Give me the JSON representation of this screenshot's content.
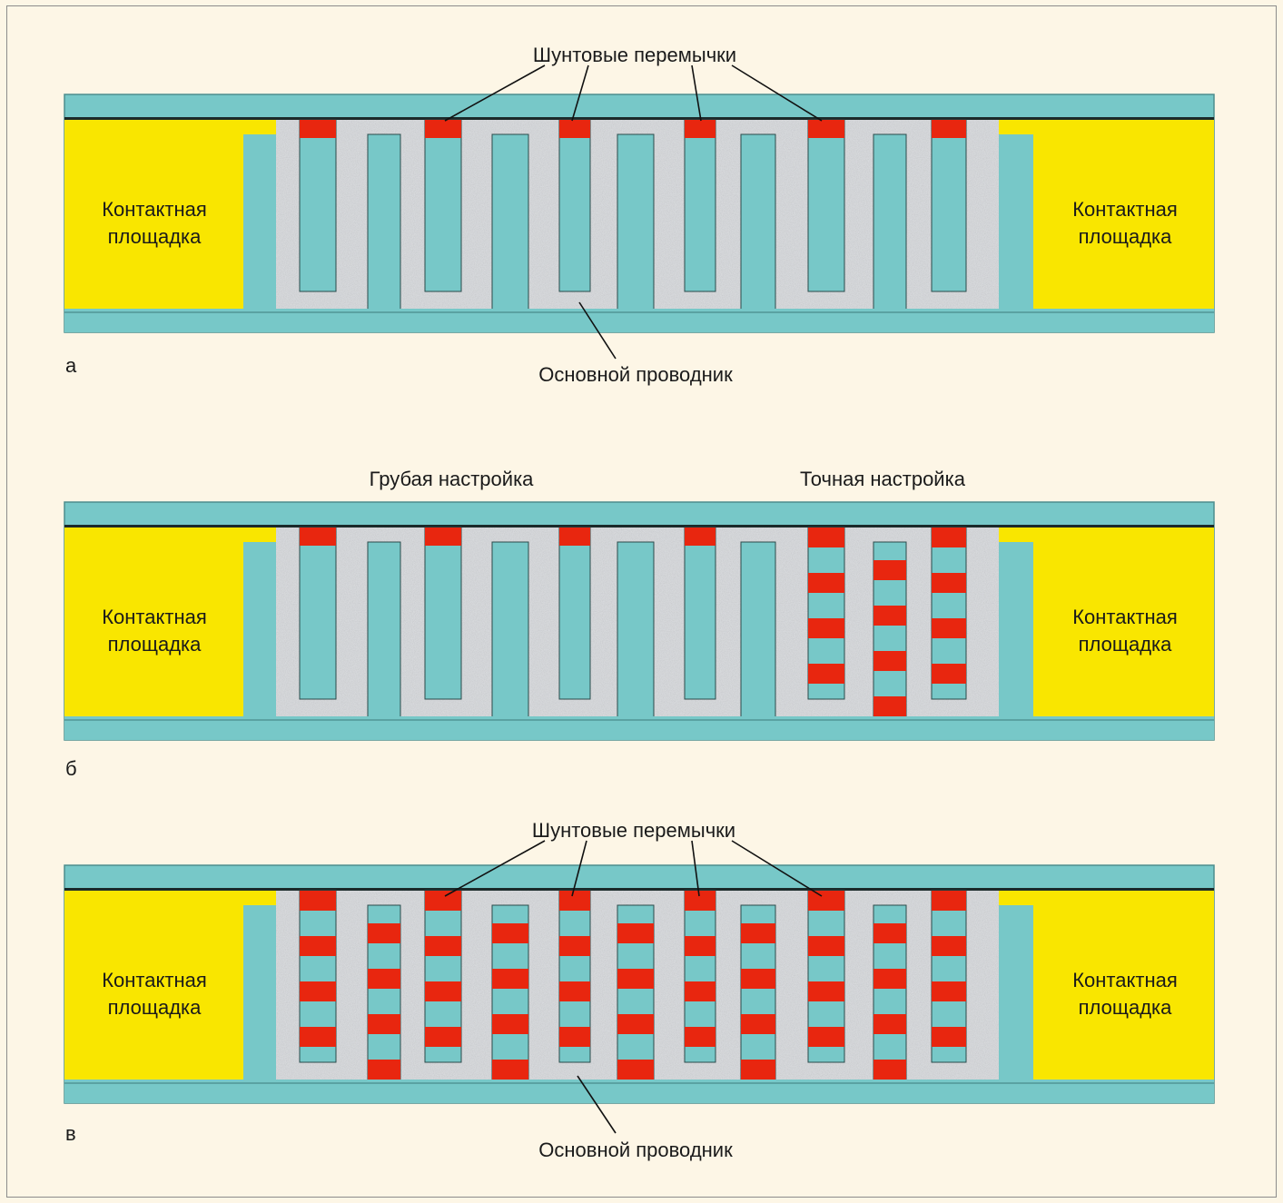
{
  "colors": {
    "background": "#fdf6e6",
    "substrate": "#77c8c8",
    "pad": "#f9e600",
    "shunt": "#e8260f",
    "resistive_film": "#d7d9dc",
    "edge": "#1b2a2a"
  },
  "panels": [
    {
      "id": "a",
      "letter": "а",
      "top_annotation": "Шунтовые перемычки",
      "bottom_annotation": "Основной проводник",
      "pad_left": "Контактная площадка",
      "pad_right": "Контактная площадка",
      "finger_mode": [
        "top",
        "top",
        "top",
        "top",
        "top",
        "top"
      ],
      "valley_bars": [
        "none",
        "none",
        "none",
        "none",
        "none"
      ]
    },
    {
      "id": "b",
      "letter": "б",
      "coarse_label": "Грубая настройка",
      "fine_label": "Точная настройка",
      "pad_left": "Контактная площадка",
      "pad_right": "Контактная площадка",
      "finger_mode": [
        "top",
        "top",
        "top",
        "top",
        "ladder",
        "ladder"
      ],
      "valley_bars": [
        "none",
        "none",
        "none",
        "none",
        "ladder"
      ]
    },
    {
      "id": "v",
      "letter": "в",
      "top_annotation": "Шунтовые перемычки",
      "bottom_annotation": "Основной проводник",
      "pad_left": "Контактная площадка",
      "pad_right": "Контактная площадка",
      "finger_mode": [
        "ladder",
        "ladder",
        "ladder",
        "ladder",
        "ladder",
        "ladder"
      ],
      "valley_bars": [
        "ladder",
        "ladder",
        "ladder",
        "ladder",
        "ladder"
      ]
    }
  ]
}
